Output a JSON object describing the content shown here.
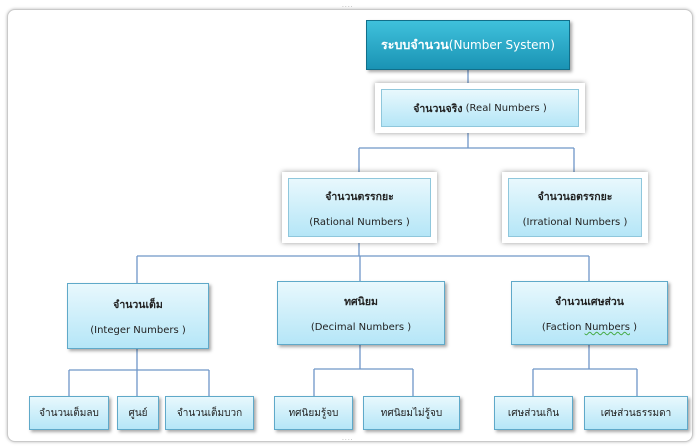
{
  "root": {
    "thai": "ระบบจำนวน",
    "en": "(Number System)"
  },
  "real": {
    "thai": "จำนวนจริง",
    "en": "(Real Numbers )"
  },
  "rational": {
    "thai": "จำนวนตรรกยะ",
    "en": "(Rational Numbers )"
  },
  "irrational": {
    "thai": "จำนวนอตรรกยะ",
    "en": "(Irrational Numbers )"
  },
  "integer": {
    "thai": "จำนวนเต็ม",
    "en": "(Integer Numbers )",
    "children": [
      "จำนวนเต็มลบ",
      "ศูนย์",
      "จำนวนเต็มบวก"
    ]
  },
  "decimal": {
    "thai": "ทศนิยม",
    "en": "(Decimal Numbers )",
    "children": [
      "ทศนิยมรู้จบ",
      "ทศนิยมไม่รู้จบ"
    ]
  },
  "fraction": {
    "thai": "จำนวนเศษส่วน",
    "en_a": "(Faction ",
    "en_b": "Numbers",
    "en_c": " )",
    "children": [
      "เศษส่วนเกิน",
      "เศษส่วนธรรมดา"
    ]
  },
  "colors": {
    "root": "#1fa3c4",
    "node": "#c4ebf8",
    "line": "#6f96c8"
  }
}
